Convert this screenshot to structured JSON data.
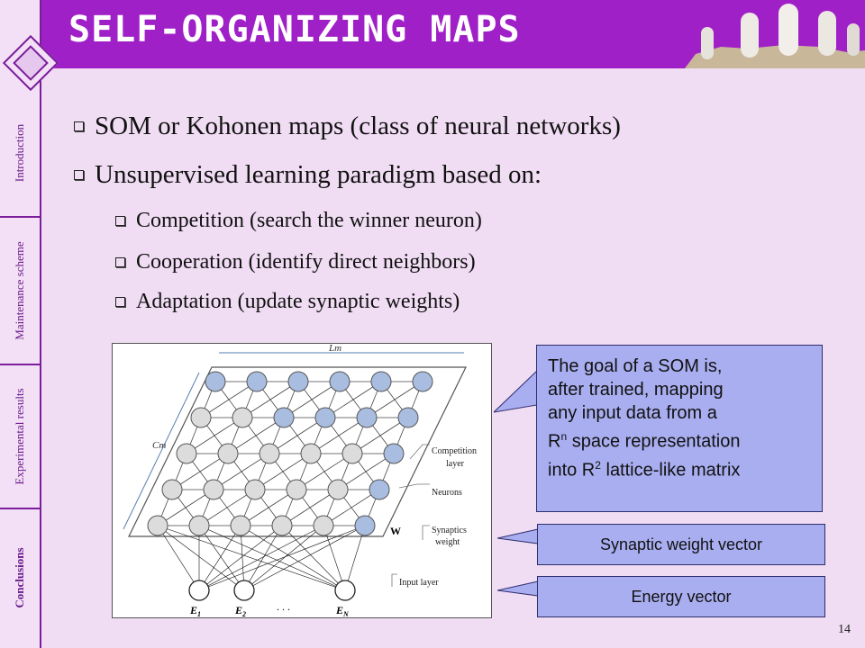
{
  "header": {
    "title": "SELF-ORGANIZING MAPS"
  },
  "sidebar": {
    "items": [
      {
        "label": "Introduction"
      },
      {
        "label": "Maintenance scheme"
      },
      {
        "label": "Experimental results"
      },
      {
        "label": "Conclusions"
      }
    ]
  },
  "bullets": {
    "l1_a": "SOM or Kohonen maps (class of neural networks)",
    "l1_b": "Unsupervised learning paradigm based on:",
    "l2_a": "Competition (search the winner neuron)",
    "l2_b": "Cooperation (identify direct neighbors)",
    "l2_c": "Adaptation (update synaptic weights)"
  },
  "figure": {
    "lm": "Lm",
    "cm": "Cm",
    "competition_1": "Competition",
    "competition_2": "layer",
    "neurons": "Neurons",
    "w": "W",
    "synaptics_1": "Synaptics",
    "synaptics_2": "weight",
    "input": "Input layer",
    "e1": "E",
    "e1_sub": "1",
    "e2": "E",
    "e2_sub": "2",
    "en": "E",
    "en_sub": "N",
    "dots": ". . ."
  },
  "callouts": {
    "goal_l1": "The goal of a SOM is,",
    "goal_l2": "after trained, mapping",
    "goal_l3": "any input data from a",
    "goal_l4a": "R",
    "goal_l4sup": "n",
    "goal_l4b": " space representation",
    "goal_l5a": "into R",
    "goal_l5sup": "2",
    "goal_l5b": " lattice-like matrix",
    "synaptic": "Synaptic weight vector",
    "energy": "Energy vector"
  },
  "page_number": "14",
  "colors": {
    "header": "#a020c8",
    "background": "#f0dcf3",
    "callout": "#a9aef0",
    "neuron_blue": "#a9bde0",
    "neuron_grey": "#dcdcdc"
  }
}
